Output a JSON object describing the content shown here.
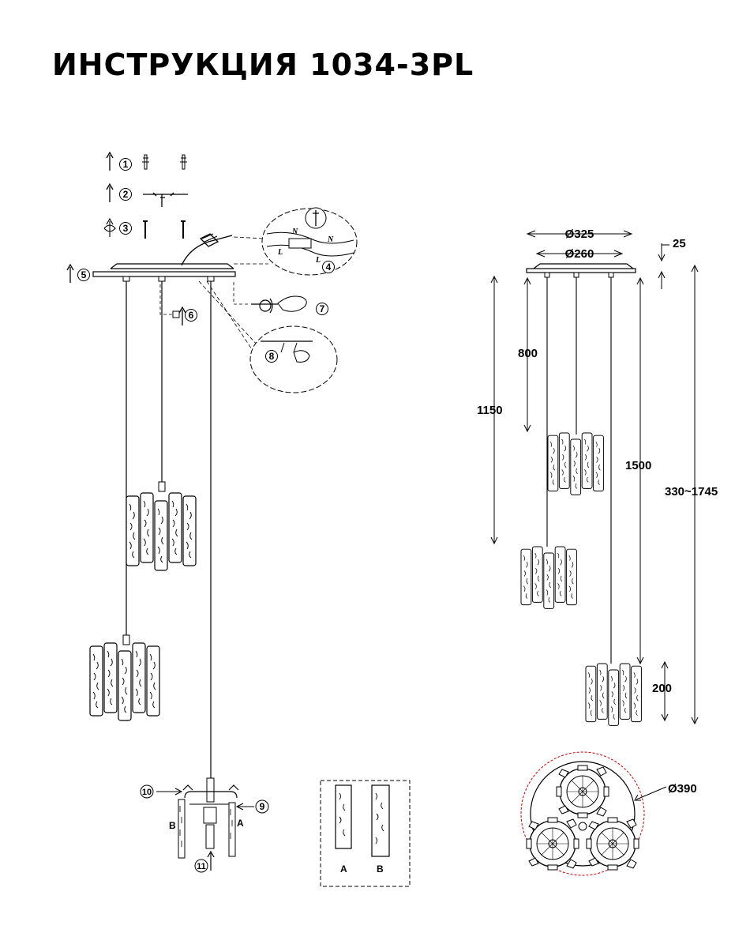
{
  "title": "ИНСТРУКЦИЯ 1034-3PL",
  "steps": {
    "s1": "1",
    "s2": "2",
    "s3": "3",
    "s4": "4",
    "s5": "5",
    "s6": "6",
    "s7": "7",
    "s8": "8",
    "s9": "9",
    "s10": "10",
    "s11": "11"
  },
  "wiring": {
    "n1": "N",
    "n2": "N",
    "l1": "L",
    "l2": "L"
  },
  "shade_parts": {
    "a_side": "A",
    "b_side": "B",
    "panel_a": "A",
    "panel_b": "B"
  },
  "dimensions": {
    "canopy_outer": "Ø325",
    "canopy_inner": "Ø260",
    "canopy_height": "25",
    "drop_short": "800",
    "drop_medium": "1150",
    "drop_long": "1500",
    "total_range": "330~1745",
    "shade_height": "200",
    "overall_diameter": "Ø390"
  },
  "colors": {
    "line": "#000000",
    "diameter_circle": "#cc0000"
  },
  "icons": [
    "anchor-icon",
    "screw-icon",
    "bracket-icon",
    "wire-connector-icon",
    "hook-icon",
    "hand-icon"
  ]
}
